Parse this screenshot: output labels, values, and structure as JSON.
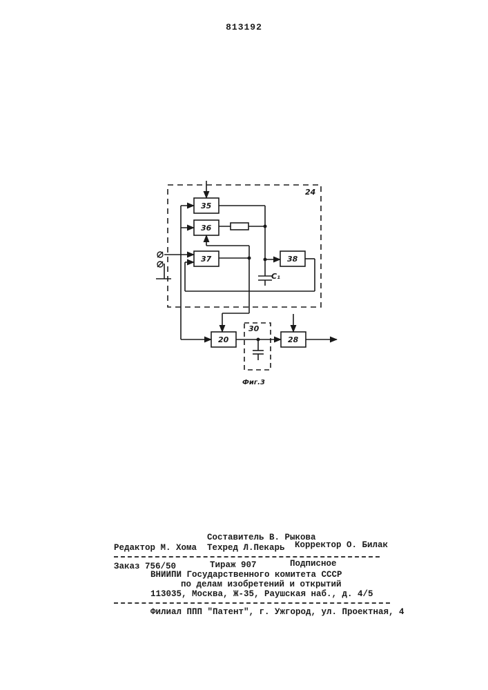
{
  "page_number": "813192",
  "figure": {
    "caption": "Фиг.3",
    "labels": {
      "block_24": "24",
      "block_35": "35",
      "block_36": "36",
      "block_37": "37",
      "block_38": "38",
      "block_20": "20",
      "block_28": "28",
      "block_30": "30",
      "capacitor": "C₁"
    }
  },
  "colophon": {
    "compiler": "Составитель В. Рыкова",
    "editor": "Редактор М. Хома",
    "techred": "Техред Л.Пекарь",
    "corrector": "Корректор О. Билак",
    "order": "Заказ 756/50",
    "circulation": "Тираж 907",
    "subscription": "Подписное",
    "org_line1": "ВНИИПИ Государственного комитета СССР",
    "org_line2": "по делам изобретений и открытий",
    "address": "113035, Москва, Ж-35, Раушская наб., д. 4/5",
    "branch": "Филиал ППП \"Патент\", г. Ужгород, ул. Проектная, 4"
  }
}
